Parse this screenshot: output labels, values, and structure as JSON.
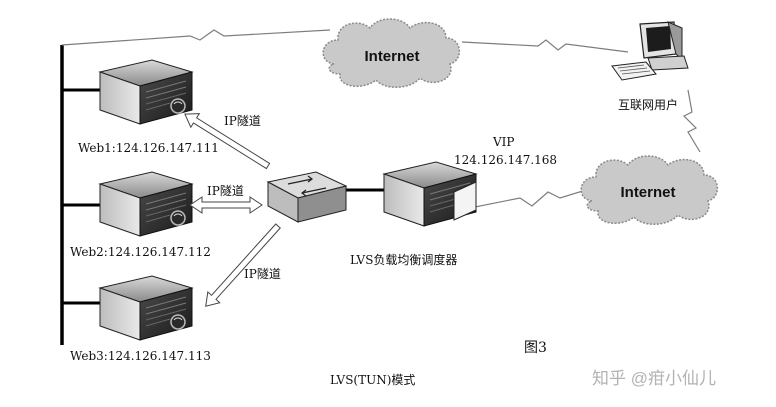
{
  "internet_top": "Internet",
  "internet_right": "Internet",
  "client_label": "互联网用户",
  "vip_title": "VIP",
  "vip_address": "124.126.147.168",
  "lb_label": "LVS负载均衡调度器",
  "tunnel_top": "IP隧道",
  "tunnel_mid": "IP隧道",
  "tunnel_bottom": "IP隧道",
  "web1": "Web1:124.126.147.111",
  "web2": "Web2:124.126.147.112",
  "web3": "Web3:124.126.147.113",
  "figure_number": "图3",
  "caption": "LVS(TUN)模式",
  "watermark": "知乎 @疳小仙儿",
  "icons": {
    "server": "server-icon",
    "switch": "switch-icon",
    "cloud": "cloud-icon",
    "client": "desktop-computer-icon"
  }
}
